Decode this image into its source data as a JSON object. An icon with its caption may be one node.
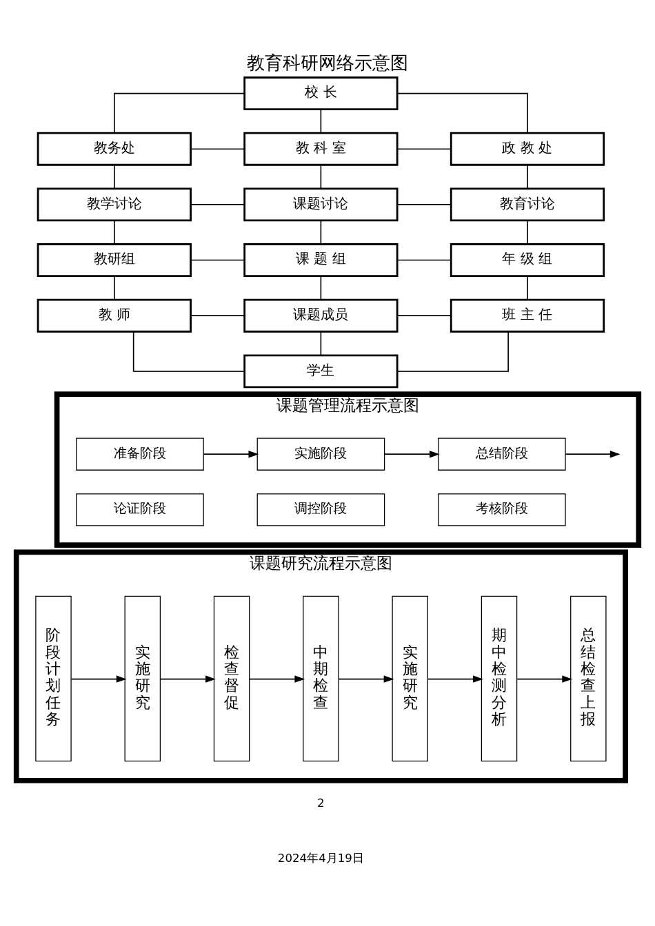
{
  "diagram": {
    "title": "教育科研网络示意图",
    "nodes": [
      {
        "text": [
          "校 长"
        ]
      },
      {
        "text": [
          "教务处"
        ]
      },
      {
        "text": [
          "教 科 室"
        ]
      },
      {
        "text": [
          "政 教 处"
        ]
      },
      {
        "text": [
          "教学讨论"
        ]
      },
      {
        "text": [
          "课题讨论"
        ]
      },
      {
        "text": [
          "教育讨论"
        ]
      },
      {
        "text": [
          "教研组"
        ]
      },
      {
        "text": [
          "课 题 组"
        ]
      },
      {
        "text": [
          "年 级 组"
        ]
      },
      {
        "text": [
          "教 师"
        ]
      },
      {
        "text": [
          "课题成员"
        ]
      },
      {
        "text": [
          "班 主 任"
        ]
      },
      {
        "text": [
          "学生"
        ]
      },
      {
        "text": [
          "课题管理流程示意图"
        ]
      },
      {
        "text": [
          "准备阶段"
        ],
        "in": 14
      },
      {
        "text": [
          "实施阶段"
        ],
        "in": 14
      },
      {
        "text": [
          "总结阶段"
        ],
        "in": 14
      },
      {
        "text": [
          "论证阶段"
        ],
        "in": 14
      },
      {
        "text": [
          "调控阶段"
        ],
        "in": 14
      },
      {
        "text": [
          "考核阶段"
        ],
        "in": 14
      },
      {
        "text": [
          "课题研究流程示意图"
        ]
      },
      {
        "text": [
          "阶段计划任务"
        ],
        "in": 21
      },
      {
        "text": [
          "实施研究"
        ],
        "in": 21
      },
      {
        "text": [
          "检查督促"
        ],
        "in": 21
      },
      {
        "text": [
          "中期检查"
        ],
        "in": 21
      },
      {
        "text": [
          "实施研究"
        ],
        "in": 21
      },
      {
        "text": [
          "期中检测分析"
        ],
        "in": 21
      },
      {
        "text": [
          "总结检查上报"
        ],
        "in": 21
      }
    ],
    "edges": [
      {
        "from": 0,
        "to": 1,
        "arrow": "none"
      },
      {
        "from": 0,
        "to": 2,
        "arrow": "none"
      },
      {
        "from": 0,
        "to": 3,
        "arrow": "none"
      },
      {
        "from": 1,
        "to": 2,
        "arrow": "none"
      },
      {
        "from": 2,
        "to": 3,
        "arrow": "none"
      },
      {
        "from": 1,
        "to": 4,
        "arrow": "none"
      },
      {
        "from": 2,
        "to": 5,
        "arrow": "none"
      },
      {
        "from": 3,
        "to": 6,
        "arrow": "none"
      },
      {
        "from": 4,
        "to": 5,
        "arrow": "none"
      },
      {
        "from": 5,
        "to": 6,
        "arrow": "none"
      },
      {
        "from": 4,
        "to": 7,
        "arrow": "none"
      },
      {
        "from": 5,
        "to": 8,
        "arrow": "none"
      },
      {
        "from": 6,
        "to": 9,
        "arrow": "none"
      },
      {
        "from": 7,
        "to": 8,
        "arrow": "none"
      },
      {
        "from": 8,
        "to": 9,
        "arrow": "none"
      },
      {
        "from": 7,
        "to": 10,
        "arrow": "none"
      },
      {
        "from": 8,
        "to": 11,
        "arrow": "none"
      },
      {
        "from": 9,
        "to": 12,
        "arrow": "none"
      },
      {
        "from": 10,
        "to": 11,
        "arrow": "none"
      },
      {
        "from": 11,
        "to": 12,
        "arrow": "none"
      },
      {
        "from": 10,
        "to": 13,
        "arrow": "none"
      },
      {
        "from": 11,
        "to": 13,
        "arrow": "none"
      },
      {
        "from": 12,
        "to": 13,
        "arrow": "none"
      },
      {
        "from": 15,
        "to": 16,
        "arrow": "to"
      },
      {
        "from": 16,
        "to": 17,
        "arrow": "to"
      },
      {
        "from": 17,
        "to": null,
        "arrow": "to"
      },
      {
        "from": 22,
        "to": 23,
        "arrow": "to"
      },
      {
        "from": 23,
        "to": 24,
        "arrow": "to"
      },
      {
        "from": 24,
        "to": 25,
        "arrow": "to"
      },
      {
        "from": 25,
        "to": 26,
        "arrow": "to"
      },
      {
        "from": 26,
        "to": 27,
        "arrow": "to"
      },
      {
        "from": 27,
        "to": 28,
        "arrow": "to"
      }
    ],
    "labels": [
      "2",
      "2024年4月19日"
    ]
  }
}
